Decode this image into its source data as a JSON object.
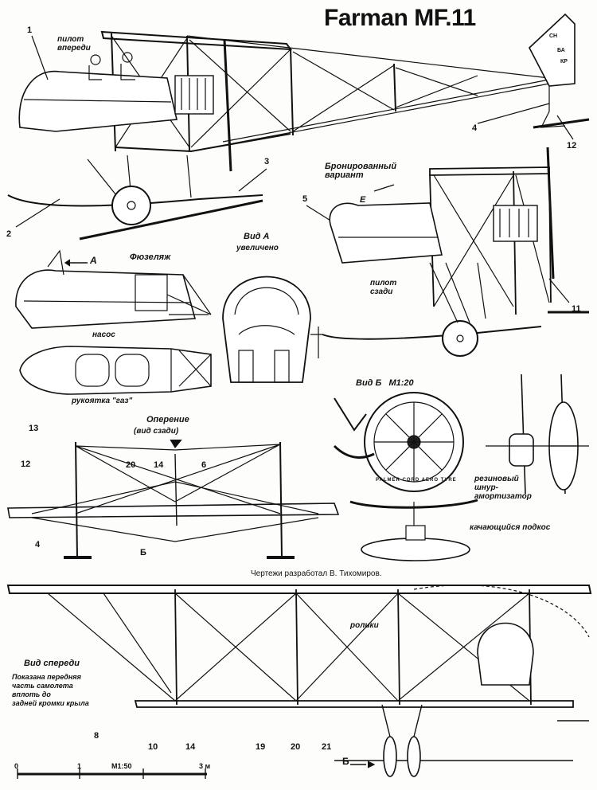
{
  "title": "Farman MF.11",
  "labels": {
    "pilot_front": "пилот\nвпереди",
    "armored_variant": "Бронированный\nвариант",
    "pilot_rear": "пилот\nсзади",
    "fuselage": "Фюзеляж",
    "view_a": "Вид А",
    "view_a_enlarged": "увеличено",
    "arrow_a": "А",
    "arrow_e": "Е",
    "pump": "насос",
    "throttle": "рукоятка \"газ\"",
    "tail_title": "Оперение",
    "tail_sub": "(вид сзади)",
    "view_b": "Вид Б   М1:20",
    "rubber_shock": "резиновый\nшнур-\nамортизатор",
    "swing_strut": "качающийся подкос",
    "drawn_by": "Чертежи разработал В. Тихомиров.",
    "rollers": "ролики",
    "front_view": "Вид спереди",
    "front_note": "Показана передняя\nчасть самолета\nвплоть до\nзадней кромки крыла",
    "arrow_b": "Б",
    "tire_text": "PALMER CORD AERO TYRE",
    "rudder_ch": "СН",
    "rudder_ba": "БА",
    "rudder_kr": "КР"
  },
  "callouts": [
    "1",
    "2",
    "3",
    "4",
    "12",
    "5",
    "11",
    "13",
    "12",
    "20",
    "14",
    "6",
    "4",
    "Б",
    "8",
    "10",
    "14",
    "19",
    "20",
    "21"
  ],
  "scale": {
    "zero": "0",
    "one": "1",
    "label": "М1:50",
    "three": "3 м"
  }
}
